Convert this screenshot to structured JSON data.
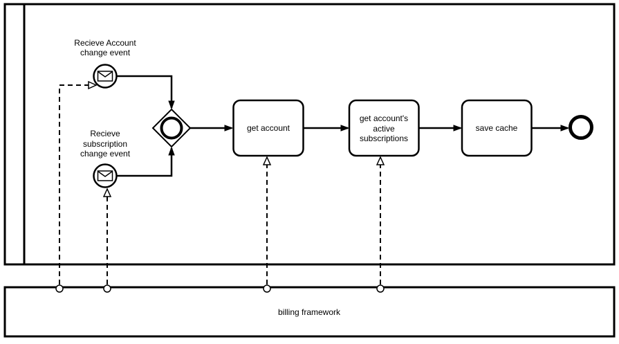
{
  "colors": {
    "stroke": "#000000",
    "background": "#ffffff"
  },
  "pools": {
    "main": {
      "label": ""
    },
    "billing": {
      "label": "billing framework"
    }
  },
  "events": {
    "receive_account": {
      "type": "message-start-event",
      "lines": [
        "Recieve Account",
        "change event"
      ]
    },
    "receive_subscription": {
      "type": "message-start-event",
      "lines": [
        "Recieve",
        "subscription",
        "change event"
      ]
    },
    "end": {
      "type": "end-event"
    }
  },
  "gateway": {
    "type": "inclusive-gateway"
  },
  "tasks": {
    "get_account": {
      "lines": [
        "get account"
      ]
    },
    "get_active_subscriptions": {
      "lines": [
        "get account's",
        "active",
        "subscriptions"
      ]
    },
    "save_cache": {
      "lines": [
        "save cache"
      ]
    }
  }
}
